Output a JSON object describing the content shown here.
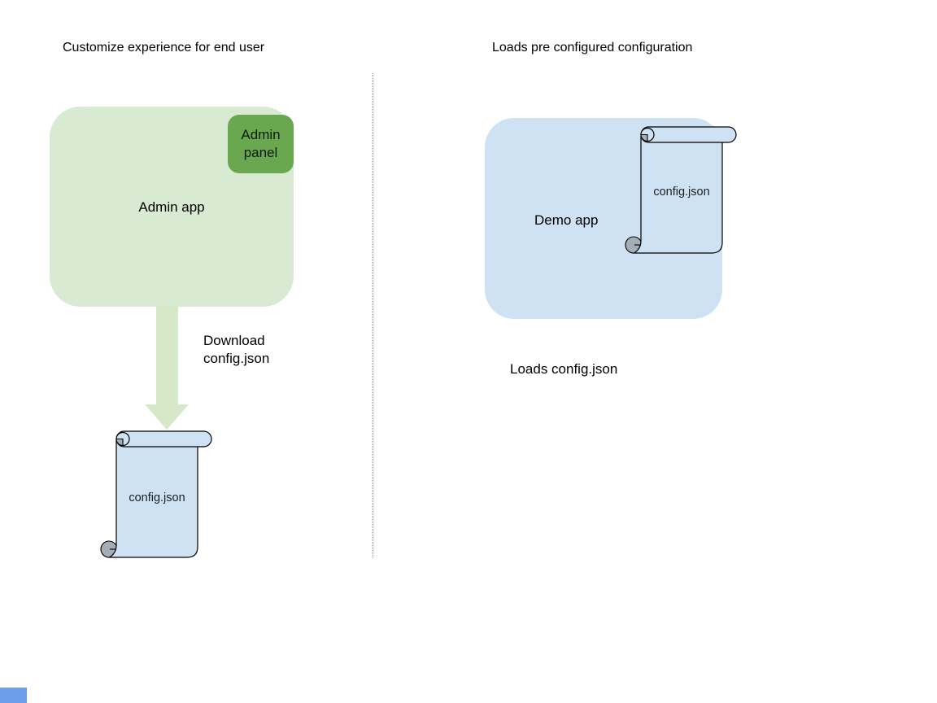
{
  "left": {
    "title": "Customize experience for end user",
    "admin_app_label": "Admin app",
    "admin_panel_label": "Admin panel",
    "download_label": "Download config.json",
    "config_file_label": "config.json"
  },
  "right": {
    "title": "Loads pre configured configuration",
    "demo_app_label": "Demo app",
    "config_file_label": "config.json",
    "caption": "Loads config.json"
  },
  "colors": {
    "admin_app_fill": "#d9ead3",
    "admin_panel_fill": "#6aa84f",
    "arrow_fill": "#d6e8c7",
    "demo_app_fill": "#cfe2f3",
    "paper_fill": "#cfe2f3",
    "curl_fill": "#a5adb5",
    "divider_color": "#888888",
    "corner_square": "#6d9eeb"
  }
}
